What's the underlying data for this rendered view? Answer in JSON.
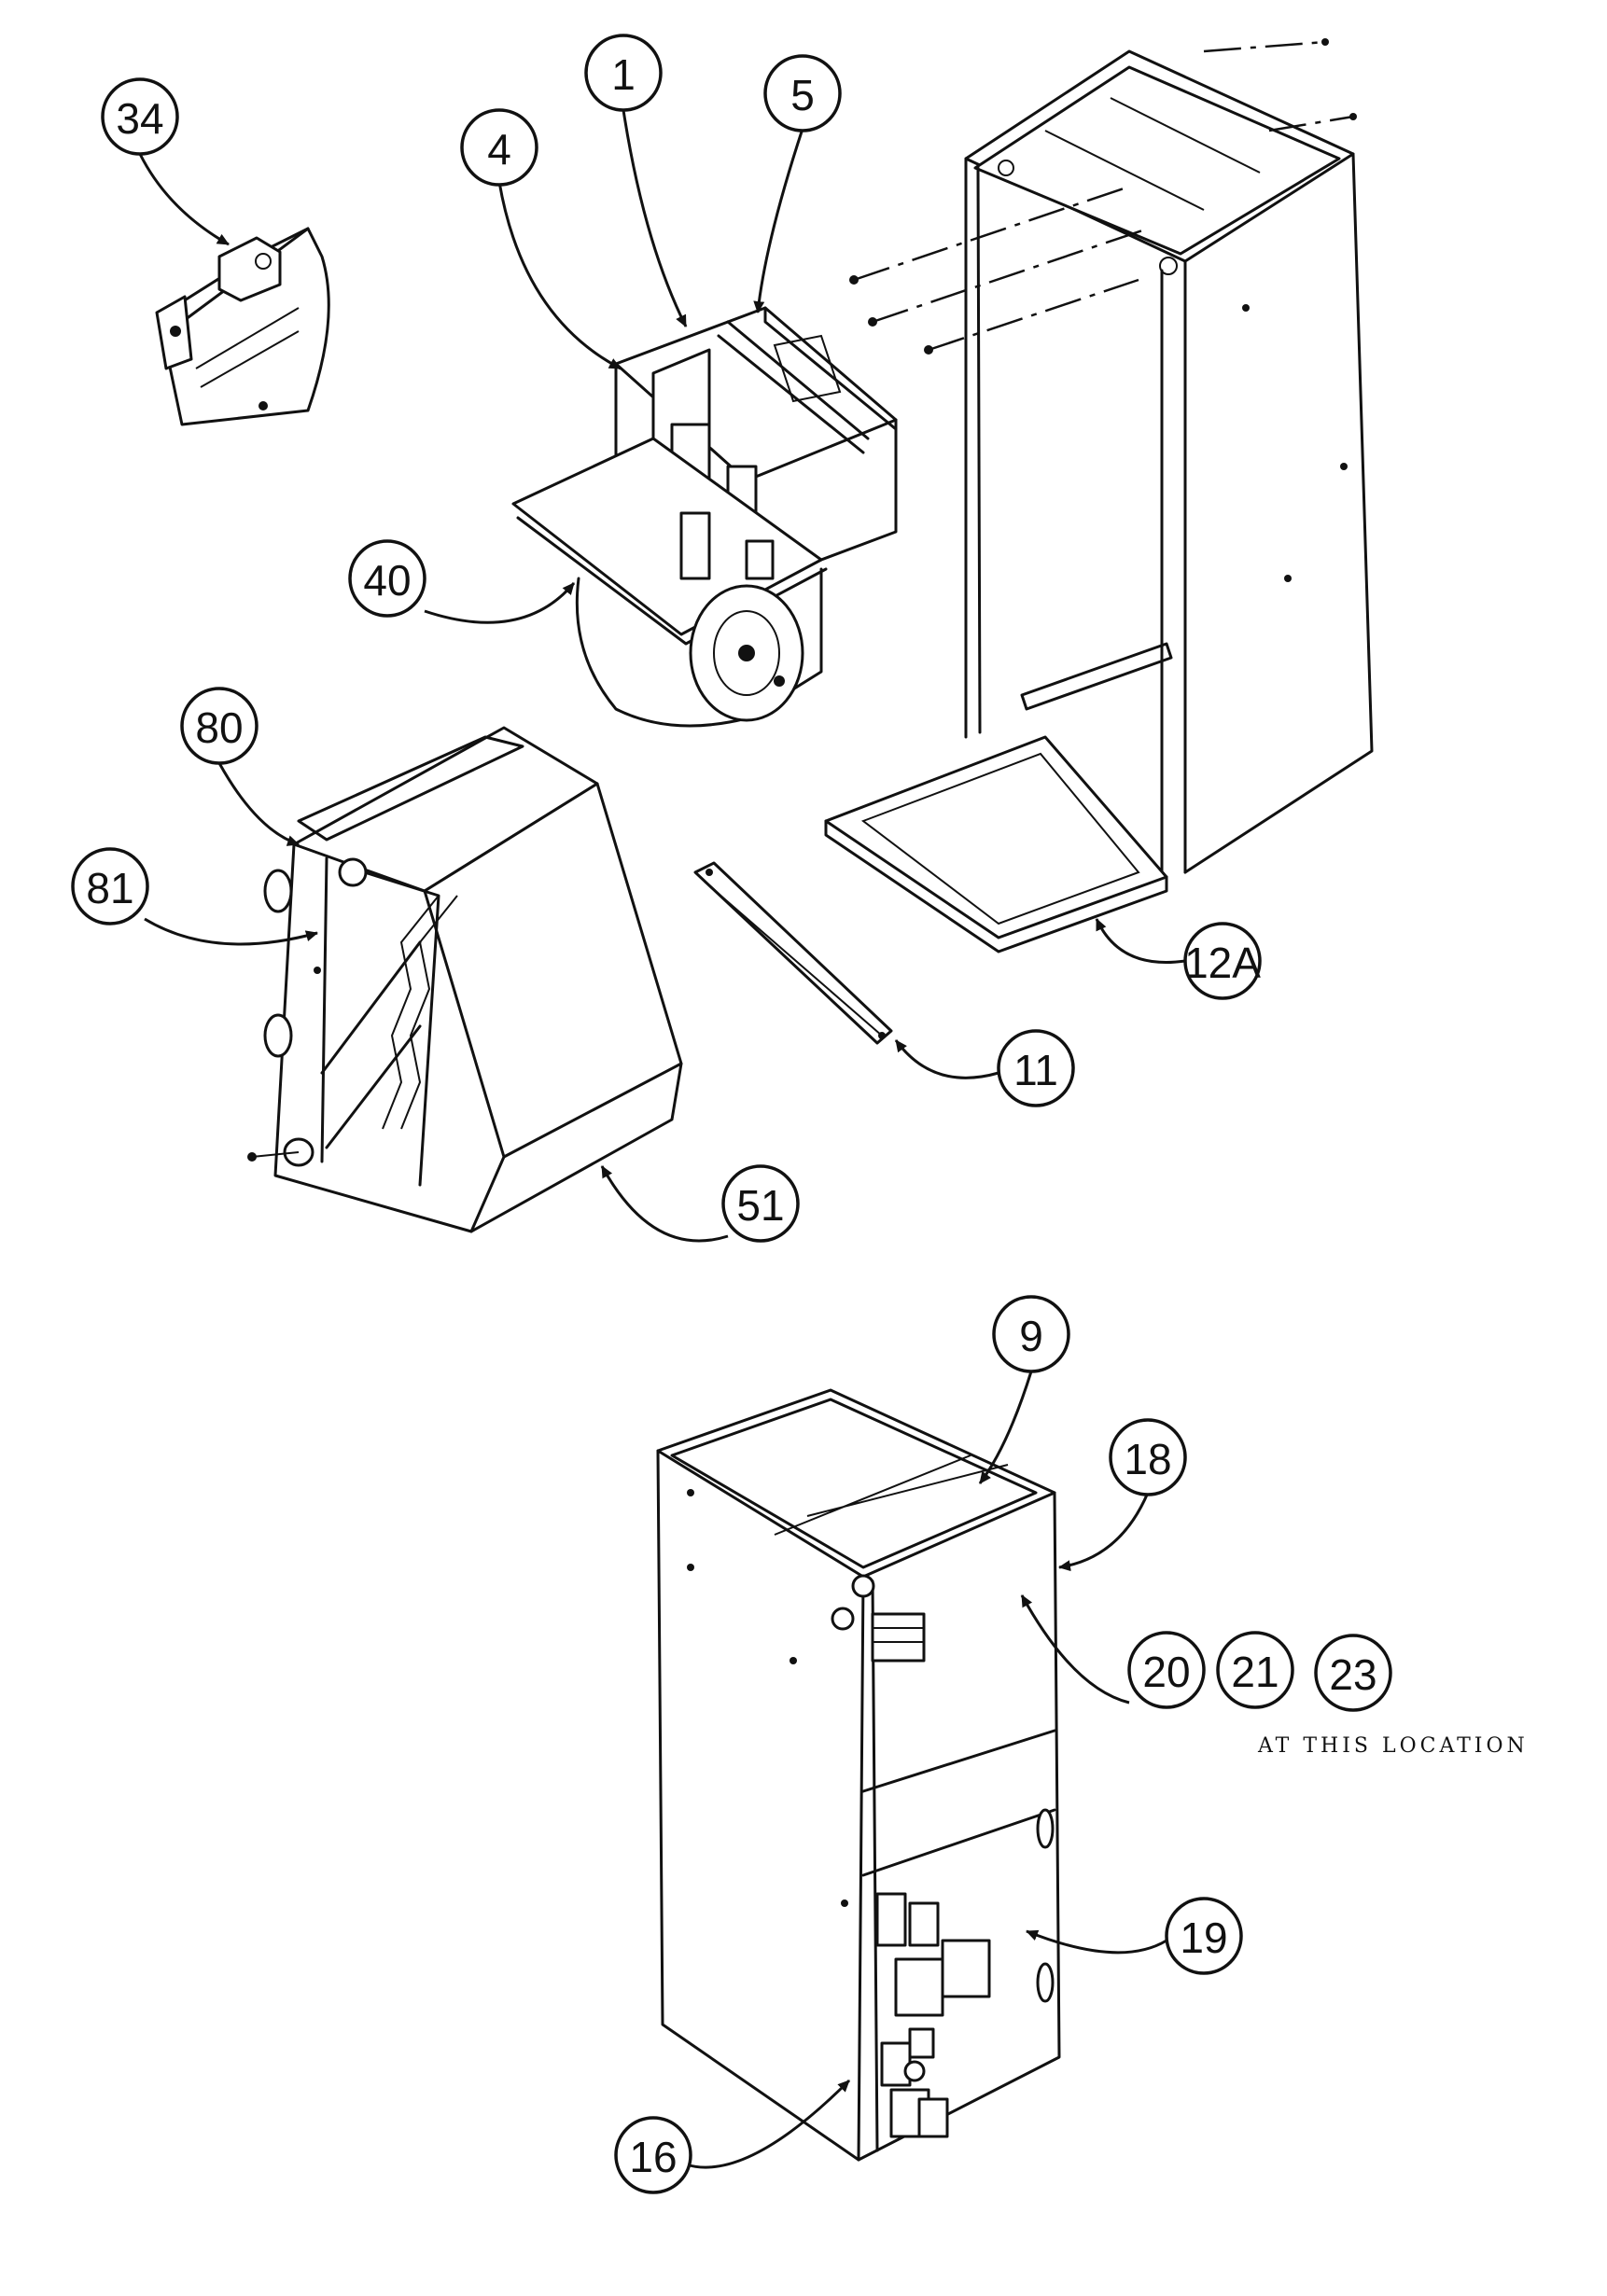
{
  "callouts": {
    "c34": "34",
    "c1": "1",
    "c5": "5",
    "c4": "4",
    "c40": "40",
    "c80": "80",
    "c81": "81",
    "c11": "11",
    "c12a": "12A",
    "c51": "51",
    "c9": "9",
    "c18": "18",
    "c20": "20",
    "c21": "21",
    "c23": "23",
    "c19": "19",
    "c16": "16"
  },
  "location_note": "AT THIS LOCATION"
}
